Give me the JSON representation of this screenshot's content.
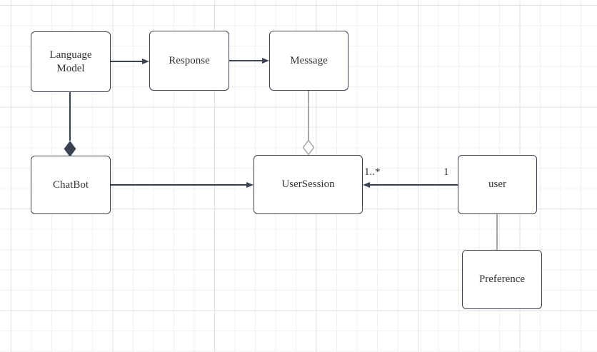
{
  "diagram": {
    "type": "uml-class-diagram",
    "nodes": {
      "language_model": {
        "label": "Language Model"
      },
      "response": {
        "label": "Response"
      },
      "message": {
        "label": "Message"
      },
      "chatbot": {
        "label": "ChatBot"
      },
      "user_session": {
        "label": "UserSession"
      },
      "user": {
        "label": "user"
      },
      "preference": {
        "label": "Preference"
      }
    },
    "edges": {
      "language_model_to_response": {
        "type": "directed-arrow",
        "from": "language_model",
        "to": "response"
      },
      "response_to_message": {
        "type": "directed-arrow",
        "from": "response",
        "to": "message"
      },
      "language_model_chatbot": {
        "type": "composition",
        "from": "language_model",
        "to": "chatbot",
        "diamond": "filled",
        "diamond_at": "chatbot"
      },
      "message_user_session": {
        "type": "aggregation",
        "from": "message",
        "to": "user_session",
        "diamond": "hollow",
        "diamond_at": "user_session"
      },
      "chatbot_to_user_session": {
        "type": "directed-arrow",
        "from": "chatbot",
        "to": "user_session"
      },
      "user_to_user_session": {
        "type": "directed-arrow",
        "from": "user",
        "to": "user_session",
        "source_multiplicity": "1",
        "target_multiplicity": "1..*"
      },
      "user_preference": {
        "type": "plain-line",
        "from": "user",
        "to": "preference"
      }
    }
  },
  "colors": {
    "node_border": "#3A4450",
    "node_fill": "#FFFFFF",
    "edge_dark": "#3A4450",
    "edge_light": "#A6A6A6",
    "text": "#333333",
    "grid_minor": "#F0F0F0",
    "grid_major": "#E1E1E1",
    "canvas_bg": "#FFFFFF"
  }
}
